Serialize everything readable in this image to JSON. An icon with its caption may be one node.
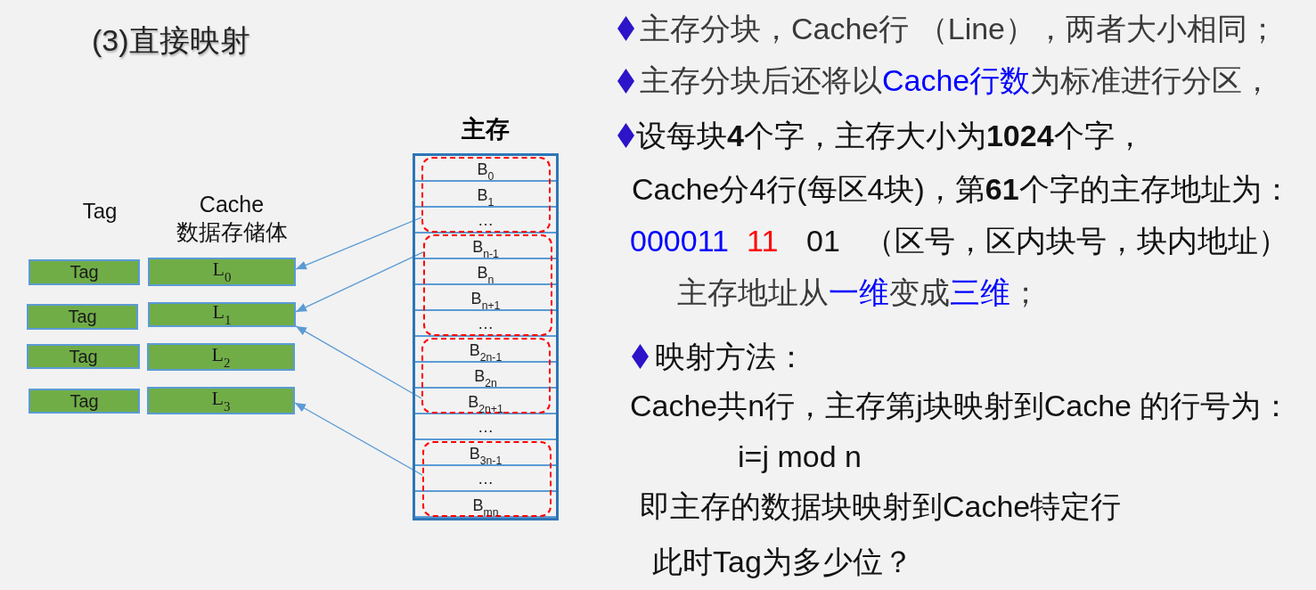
{
  "diagram": {
    "title": "(3)直接映射",
    "nodes": [
      {
        "text": [
          "Tag"
        ]
      },
      {
        "text": [
          "L$_{0}$"
        ]
      },
      {
        "text": [
          "Tag"
        ]
      },
      {
        "text": [
          "L$_{1}$"
        ]
      },
      {
        "text": [
          "Tag"
        ]
      },
      {
        "text": [
          "L$_{2}$"
        ]
      },
      {
        "text": [
          "Tag"
        ]
      },
      {
        "text": [
          "L$_{3}$"
        ]
      },
      {
        "text": [
          "主存"
        ]
      },
      {
        "text": [],
        "shape": "box",
        "in": 8
      },
      {
        "text": [
          "B$_{0}$"
        ],
        "in": 9
      },
      {
        "text": [
          "B$_{1}$"
        ],
        "in": 9
      },
      {
        "text": [
          "…"
        ],
        "in": 9
      },
      {
        "text": [],
        "shape": "box",
        "in": 8
      },
      {
        "text": [
          "B$_{n-1}$"
        ],
        "in": 13
      },
      {
        "text": [
          "B$_{n}$"
        ],
        "in": 13
      },
      {
        "text": [
          "B$_{n+1}$"
        ],
        "in": 13
      },
      {
        "text": [
          "…"
        ],
        "in": 13
      },
      {
        "text": [],
        "shape": "box",
        "in": 8
      },
      {
        "text": [
          "B$_{2n-1}$"
        ],
        "in": 18
      },
      {
        "text": [
          "B$_{2n}$"
        ],
        "in": 18
      },
      {
        "text": [
          "B$_{2n+1}$"
        ],
        "in": 18
      },
      {
        "text": [
          "…"
        ],
        "in": 8
      },
      {
        "text": [],
        "shape": "box",
        "in": 8
      },
      {
        "text": [
          "B$_{3n-1}$"
        ],
        "in": 23
      },
      {
        "text": [
          "…"
        ],
        "in": 23
      },
      {
        "text": [
          "B$_{mn}$"
        ],
        "in": 23
      }
    ],
    "edges": [
      {
        "from": 9,
        "to": 1,
        "arrow": "to"
      },
      {
        "from": 13,
        "to": 3,
        "arrow": "to"
      },
      {
        "from": 18,
        "to": 3,
        "arrow": "to"
      },
      {
        "from": 23,
        "to": 7,
        "arrow": "to"
      }
    ],
    "labels": [
      "Tag",
      "Cache 数据存储体",
      "主存分块，Cache行 （Line），两者大小相同；",
      "主存分块后还将以Cache行数为标准进行分区，",
      "设每块**4**个字，主存大小为**1024**个字，",
      "Cache分4行(每区4块)，第**61**个字的主存地址为：",
      "000011",
      "11",
      "01",
      "（区号，区内块号，块内地址）",
      "主存地址从一维变成三维；",
      "映射方法：",
      "Cache共n行，主存第j块映射到Cache 的行号为：",
      "i=j mod n",
      "即主存的数据块映射到Cache特定行",
      "此时Tag为多少位？"
    ]
  }
}
